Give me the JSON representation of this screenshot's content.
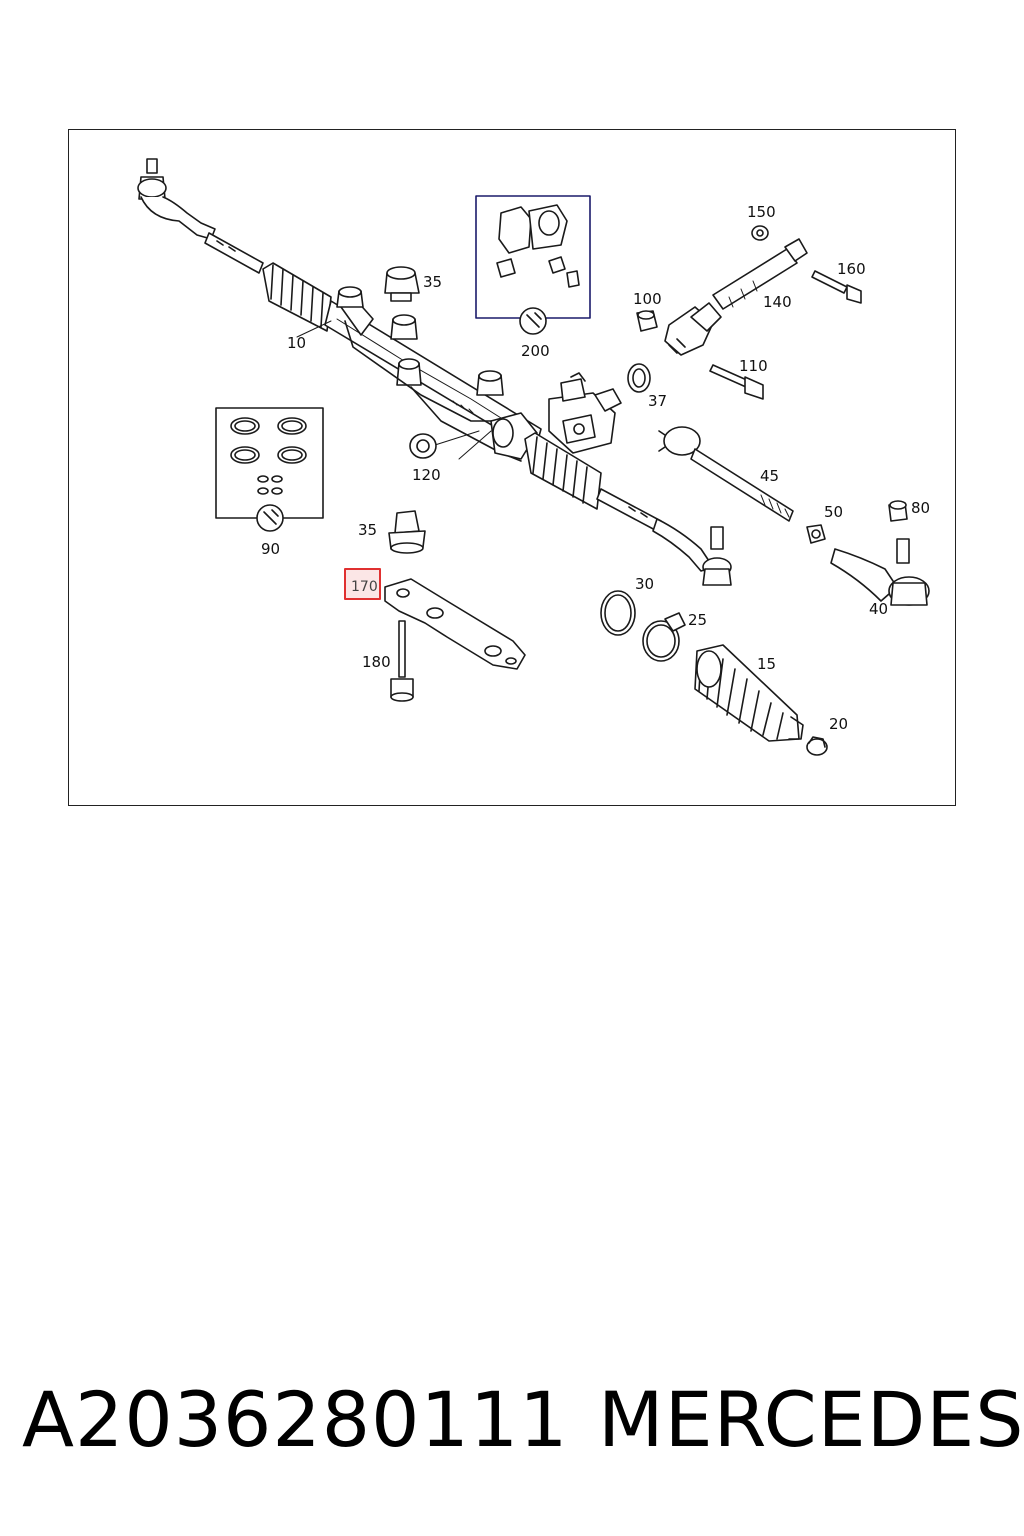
{
  "callouts": {
    "c10": "10",
    "c15": "15",
    "c20": "20",
    "c25": "25",
    "c30": "30",
    "c35a": "35",
    "c35b": "35",
    "c37": "37",
    "c40": "40",
    "c45": "45",
    "c50": "50",
    "c80": "80",
    "c90": "90",
    "c100": "100",
    "c110": "110",
    "c120": "120",
    "c140": "140",
    "c150": "150",
    "c160": "160",
    "c170": "170",
    "c180": "180",
    "c200": "200"
  },
  "highlighted_callout": "170",
  "colors": {
    "highlight": "#e03030",
    "line": "#1a1a1a",
    "kit_frame": "#1a1a6a"
  },
  "caption": {
    "part_number": "A2036280111",
    "brand": "MERCEDES"
  }
}
